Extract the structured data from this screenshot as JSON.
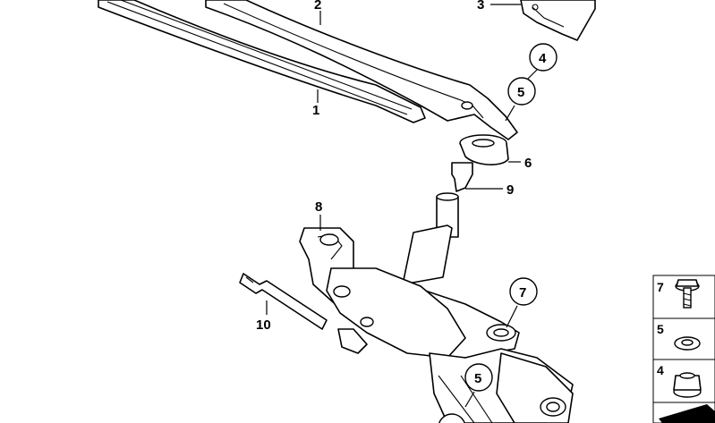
{
  "callouts": {
    "c1": "1",
    "c2": "2",
    "c3": "3",
    "c4": "4",
    "c5a": "5",
    "c5b": "5",
    "c6": "6",
    "c7": "7",
    "c8": "8",
    "c9": "9",
    "c10": "10"
  },
  "sidebar": {
    "items": [
      {
        "label": "7",
        "icon": "bolt-with-washer-icon"
      },
      {
        "label": "5",
        "icon": "washer-icon"
      },
      {
        "label": "4",
        "icon": "hex-nut-icon"
      }
    ]
  }
}
